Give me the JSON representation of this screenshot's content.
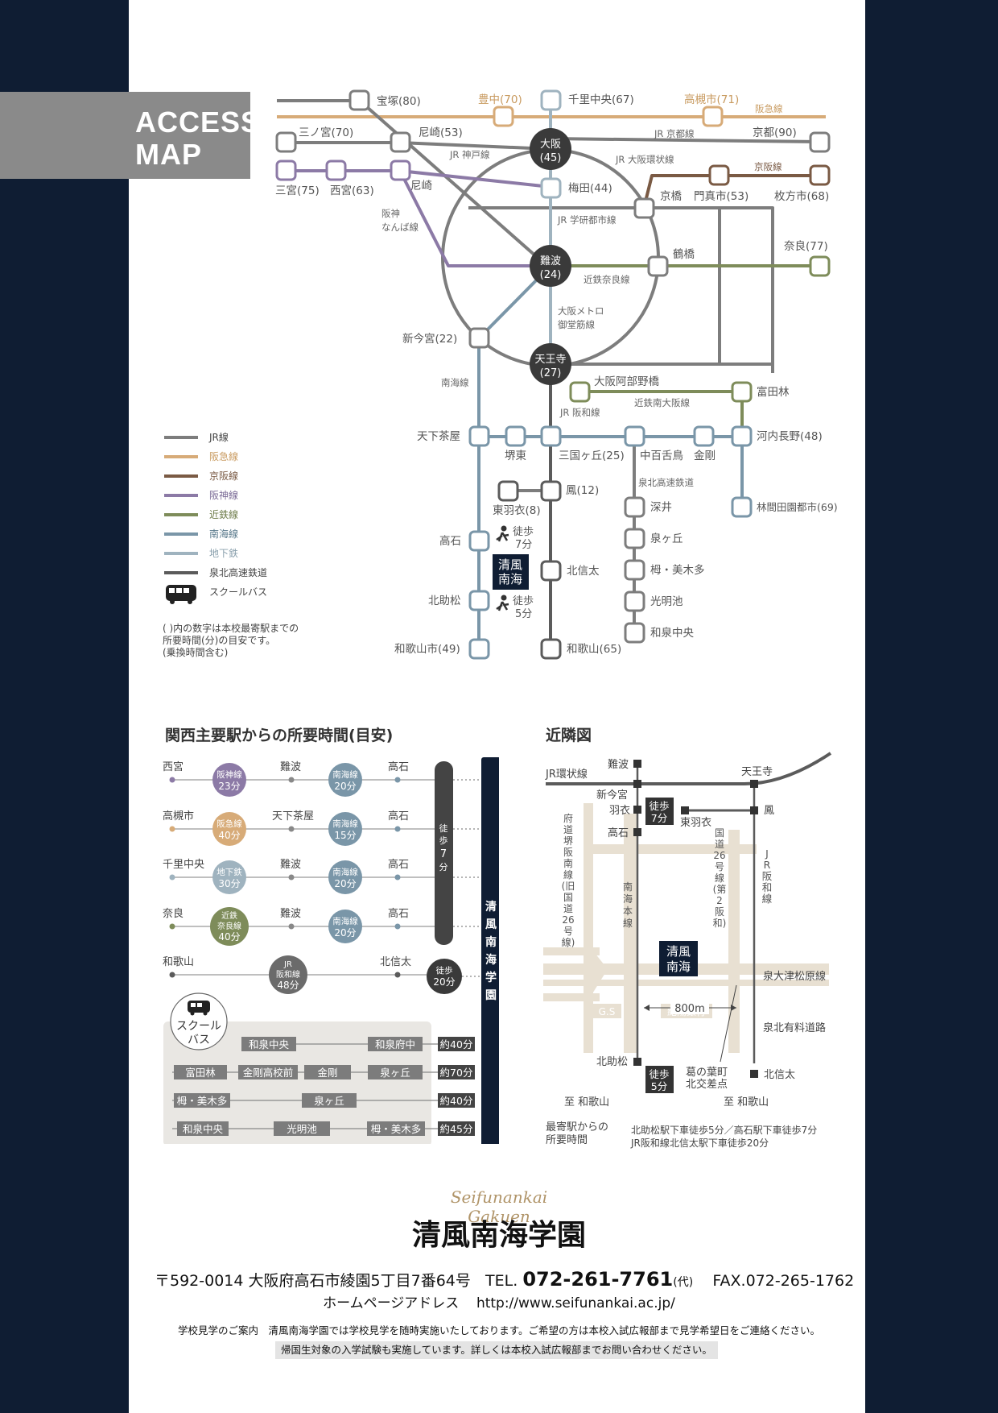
{
  "colors": {
    "background": "#0f1d33",
    "jr": "#7d7d7d",
    "hankyu": "#d7ab78",
    "keihan": "#7a5a44",
    "hanshin": "#8c7aa6",
    "kintetsu": "#7e8c5a",
    "nankai": "#7a96a8",
    "subway": "#9fb3bf",
    "semboku": "#5b5b5b",
    "beige": "#e8e0d2"
  },
  "header": {
    "tab_line1": "ACCESS",
    "tab_line2": "MAP"
  },
  "route_map": {
    "stations": {
      "takarazuka": "宝塚(80)",
      "toyonaka": "豊中(70)",
      "senri_chuo": "千里中央(67)",
      "takatsuki": "高槻市(71)",
      "sannomiya_jr": "三ノ宮(70)",
      "amagasaki_jr": "尼崎(53)",
      "kyoto": "京都(90)",
      "sannomiya": "三宮(75)",
      "nishinomiya": "西宮(63)",
      "amagasaki": "尼崎",
      "osaka": "大阪",
      "osaka_time": "(45)",
      "umeda": "梅田(44)",
      "kyobashi": "京橋",
      "kadoma": "門真市(53)",
      "hirakata": "枚方市(68)",
      "nara": "奈良(77)",
      "tsuruhashi": "鶴橋",
      "namba": "難波",
      "namba_time": "(24)",
      "shin_imamiya": "新今宮(22)",
      "tennoji": "天王寺",
      "tennoji_time": "(27)",
      "abenobashi": "大阪阿部野橋",
      "tondabayashi": "富田林",
      "tengachaya": "天下茶屋",
      "sakaihigashi": "堺東",
      "mikunigaoka": "三国ヶ丘(25)",
      "nakamozu": "中百舌鳥",
      "kongo": "金剛",
      "kawachinagano": "河内長野(48)",
      "rinkan": "林間田園都市(69)",
      "otori": "鳳(12)",
      "higashi_hagoromo": "東羽衣(8)",
      "fukai": "深井",
      "izumigaoka": "泉ヶ丘",
      "tomio": "栂・美木多",
      "komyoike": "光明池",
      "izumi_chuo": "和泉中央",
      "takaishi": "高石",
      "kitashinoda": "北信太",
      "hakotsukuri": "北助松",
      "wakayamashi": "和歌山市(49)",
      "wakayama": "和歌山(65)"
    },
    "line_labels": {
      "hankyu": "阪急線",
      "jr_kyoto": "JR 京都線",
      "jr_kobe": "JR 神戸線",
      "jr_loop": "JR 大阪環状線",
      "keihan": "京阪線",
      "jr_gakken": "JR 学研都市線",
      "hanshin_namba1": "阪神",
      "hanshin_namba2": "なんば線",
      "kintetsu_nara": "近鉄奈良線",
      "midosuji1": "大阪メトロ",
      "midosuji2": "御堂筋線",
      "nankai": "南海線",
      "kintetsu_minami": "近鉄南大阪線",
      "jr_hanwa": "JR 阪和線",
      "semboku": "泉北高速鉄道"
    },
    "walk_top": [
      "徒歩",
      "7分"
    ],
    "walk_bottom": [
      "徒歩",
      "5分"
    ],
    "school": [
      "清風",
      "南海"
    ]
  },
  "legend": {
    "items": [
      "JR線",
      "阪急線",
      "京阪線",
      "阪神線",
      "近鉄線",
      "南海線",
      "地下鉄",
      "泉北高速鉄道",
      "スクールバス"
    ],
    "note": [
      "(  )内の数字は本校最寄駅までの",
      "所要時間(分)の目安です。",
      "(乗換時間含む)"
    ]
  },
  "travel_times": {
    "title": "関西主要駅からの所要時間(目安)",
    "rows": [
      {
        "from": "西宮",
        "line1": [
          "阪神線",
          "23分"
        ],
        "via": "難波",
        "line2": [
          "南海線",
          "20分"
        ],
        "to": "高石"
      },
      {
        "from": "高槻市",
        "line1": [
          "阪急線",
          "40分"
        ],
        "via": "天下茶屋",
        "line2": [
          "南海線",
          "15分"
        ],
        "to": "高石"
      },
      {
        "from": "千里中央",
        "line1": [
          "地下鉄",
          "30分"
        ],
        "via": "難波",
        "line2": [
          "南海線",
          "20分"
        ],
        "to": "高石"
      },
      {
        "from": "奈良",
        "line1": [
          "近鉄",
          "奈良線",
          "40分"
        ],
        "via": "難波",
        "line2": [
          "南海線",
          "20分"
        ],
        "to": "高石"
      }
    ],
    "wakayama_row": {
      "from": "和歌山",
      "line": [
        "JR",
        "阪和線",
        "48分"
      ],
      "to": "北信太",
      "walk": [
        "徒歩",
        "20分"
      ]
    },
    "walk7": [
      "徒",
      "歩",
      "7",
      "分"
    ],
    "school_vertical": [
      "清",
      "風",
      "南",
      "海",
      "学",
      "園"
    ],
    "bus_label": [
      "スクール",
      "バス"
    ],
    "bus_rows": [
      {
        "stops": [
          "和泉中央",
          "和泉府中"
        ],
        "time": "約40分"
      },
      {
        "stops": [
          "富田林",
          "金剛高校前",
          "金剛",
          "泉ヶ丘"
        ],
        "time": "約70分"
      },
      {
        "stops": [
          "栂・美木多",
          "泉ヶ丘"
        ],
        "time": "約40分"
      },
      {
        "stops": [
          "和泉中央",
          "光明池",
          "栂・美木多"
        ],
        "time": "約45分"
      }
    ]
  },
  "neighborhood": {
    "title": "近隣図",
    "labels": {
      "namba": "難波",
      "jr_loop": "JR環状線",
      "tennoji": "天王寺",
      "shin_imamiya": "新今宮",
      "hagoromo": "羽衣",
      "higashi_hagoromo": "東羽衣",
      "otori": "鳳",
      "takaishi": "高石",
      "walk7": [
        "徒歩",
        "7分"
      ],
      "walk5": [
        "徒歩",
        "5分"
      ],
      "route_old26": [
        "府",
        "道",
        "堺",
        "阪",
        "南",
        "線",
        "(旧",
        "国",
        "道",
        "26",
        "号",
        "線)"
      ],
      "nankai_main": [
        "南",
        "海",
        "本",
        "線"
      ],
      "route26": [
        "国",
        "道",
        "26",
        "号",
        "線",
        "(第",
        "2",
        "阪",
        "和)"
      ],
      "jr_hanwa": [
        "J",
        "R",
        "阪",
        "和",
        "線"
      ],
      "school": [
        "清風",
        "南海"
      ],
      "otsu": "泉大津松原線",
      "800m": "800m",
      "senboku_toll": "泉北有料道路",
      "gs": "G.S",
      "bank": "紀陽銀行",
      "hakotsukuri": "北助松",
      "kuzunoha1": "葛の葉町",
      "kuzunoha2": "北交差点",
      "kitashinoda": "北信太",
      "to_wakayama_left": "至 和歌山",
      "to_wakayama_right": "至 和歌山"
    },
    "nearest_label": [
      "最寄駅からの",
      "所要時間"
    ],
    "nearest_text": [
      "北助松駅下車徒歩5分／高石駅下車徒歩7分",
      "JR阪和線北信太駅下車徒歩20分"
    ]
  },
  "footer": {
    "logo_script": "Seifunankai Gakuen",
    "name": "清風南海学園",
    "address": "〒592-0014  大阪府高石市綾園5丁目7番64号",
    "tel_label": "TEL.",
    "tel": "072-261-7761",
    "tel_suffix": "(代)",
    "fax": "FAX.072-265-1762",
    "url_label": "ホームページアドレス",
    "url": "http://www.seifunankai.ac.jp/",
    "note": "学校見学のご案内　清風南海学園では学校見学を随時実施いたしております。ご希望の方は本校入試広報部まで見学希望日をご連絡ください。",
    "note2": "帰国生対象の入学試験も実施しています。詳しくは本校入試広報部までお問い合わせください。"
  }
}
